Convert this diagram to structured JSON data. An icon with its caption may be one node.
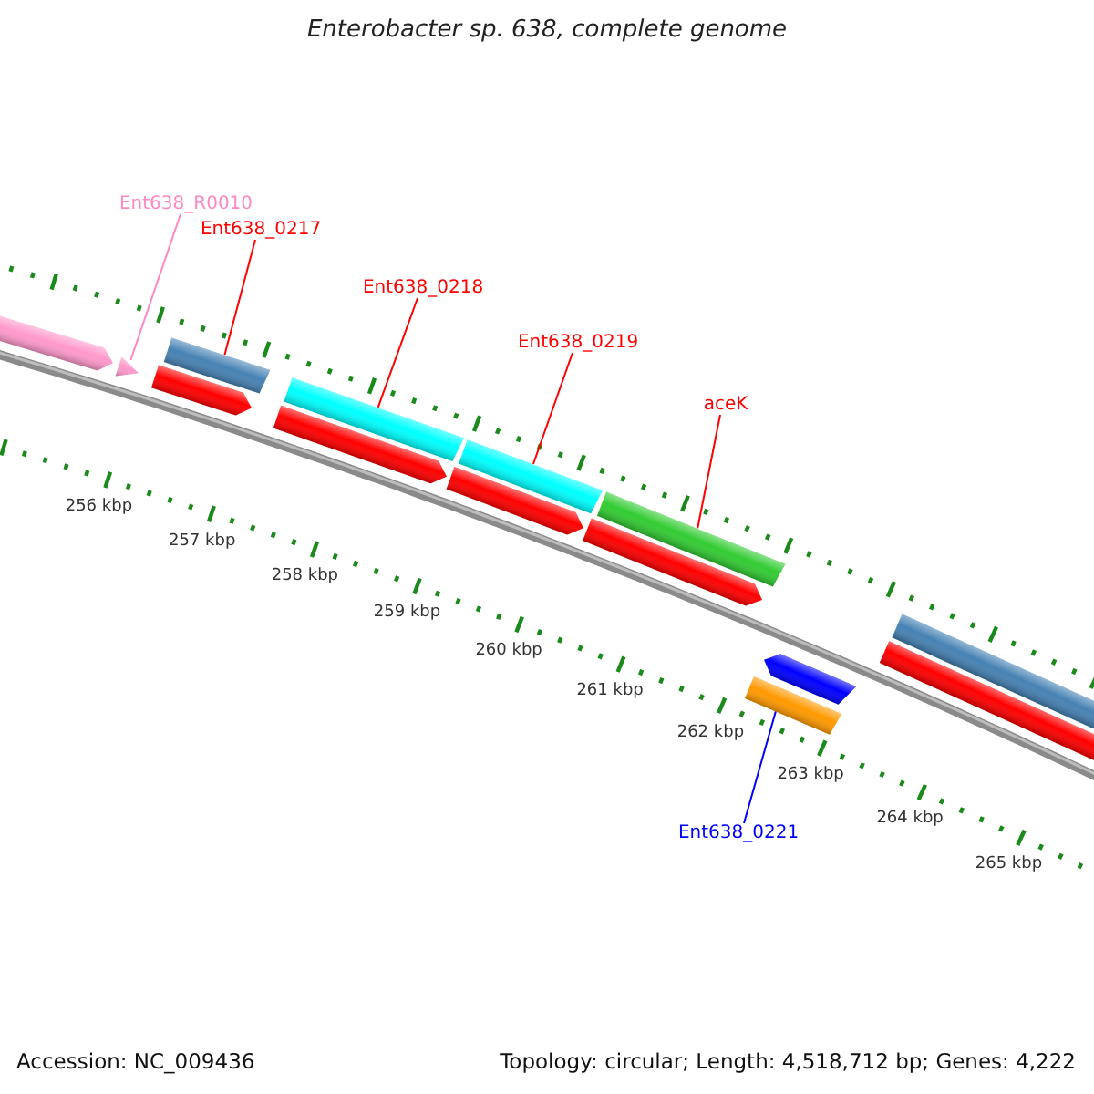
{
  "diagram": {
    "title": "Enterobacter sp. 638, complete genome",
    "nodes": [
      {
        "text": [
          "Ent638_R0010"
        ]
      },
      {
        "text": [
          "Ent638_0217"
        ]
      },
      {
        "text": [
          "Ent638_0218"
        ]
      },
      {
        "text": [
          "Ent638_0219"
        ]
      },
      {
        "text": [
          "aceK"
        ]
      },
      {
        "text": [],
        "shape": "arrow"
      },
      {
        "text": [],
        "shape": "arrow"
      },
      {
        "text": [],
        "shape": "bar"
      },
      {
        "text": [],
        "shape": "arrow"
      },
      {
        "text": [],
        "shape": "bar"
      },
      {
        "text": [],
        "shape": "arrow"
      },
      {
        "text": [],
        "shape": "bar"
      },
      {
        "text": [],
        "shape": "arrow"
      },
      {
        "text": [],
        "shape": "bar"
      },
      {
        "text": [],
        "shape": "arrow"
      },
      {
        "text": [],
        "shape": "bar"
      },
      {
        "text": [],
        "shape": "arrow"
      },
      {
        "text": [],
        "shape": "bar"
      },
      {
        "text": [],
        "shape": "arrow"
      },
      {
        "text": [
          "Ent638_0221"
        ]
      }
    ],
    "edges": [
      {
        "from": 0,
        "to": 6,
        "arrow": "none",
        "color": "#ff88c4"
      },
      {
        "from": 1,
        "to": 7,
        "arrow": "none"
      },
      {
        "from": 2,
        "to": 9,
        "arrow": "none"
      },
      {
        "from": 3,
        "to": 11,
        "arrow": "none"
      },
      {
        "from": 4,
        "to": 13,
        "arrow": "none"
      },
      {
        "from": 19,
        "to": 15,
        "arrow": "none",
        "color": "#0000ff"
      }
    ],
    "labels": [
      "256 kbp",
      "257 kbp",
      "258 kbp",
      "259 kbp",
      "260 kbp",
      "261 kbp",
      "262 kbp",
      "263 kbp",
      "264 kbp",
      "265 kbp",
      "Accession: NC_009436",
      "Topology: circular; Length: 4,518,712 bp; Genes: 4,222"
    ]
  }
}
